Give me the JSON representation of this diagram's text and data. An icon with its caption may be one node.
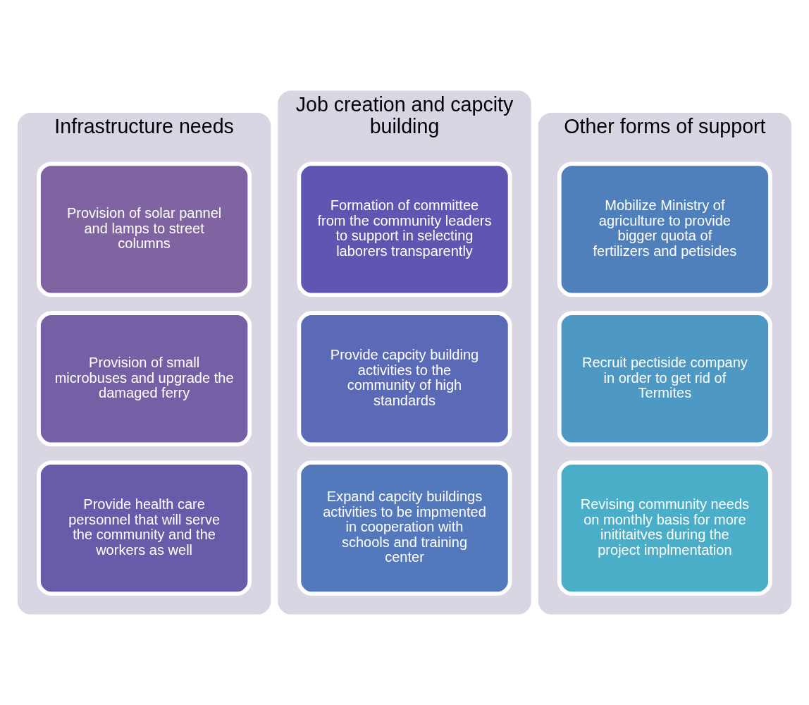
{
  "diagram": {
    "nodes": [
      {
        "text": [
          "Infrastructure needs"
        ]
      },
      {
        "text": [
          "Provision of solar pannel and lamps to street columns"
        ],
        "in": 0
      },
      {
        "text": [
          "Provision of small microbuses and upgrade the damaged ferry"
        ],
        "in": 0
      },
      {
        "text": [
          "Provide health care personnel that will serve the community and the workers as well"
        ],
        "in": 0
      },
      {
        "text": [
          "Job creation and capcity building"
        ]
      },
      {
        "text": [
          "Formation of committee from the community leaders to support in selecting laborers transparently"
        ],
        "in": 4
      },
      {
        "text": [
          "Provide capcity building activities to the community of high standards"
        ],
        "in": 4
      },
      {
        "text": [
          "Expand capcity buildings activities to be impmented in cooperation with schools and training center"
        ],
        "in": 4
      },
      {
        "text": [
          "Other forms of support"
        ]
      },
      {
        "text": [
          "Mobilize Ministry of agriculture to provide bigger quota of fertilizers and petisides"
        ],
        "in": 8
      },
      {
        "text": [
          "Recruit pectiside company in order to get rid of Termites"
        ],
        "in": 8
      },
      {
        "text": [
          "Revising community needs on monthly basis for more inititaitves during the project implmentation"
        ],
        "in": 8
      }
    ]
  }
}
